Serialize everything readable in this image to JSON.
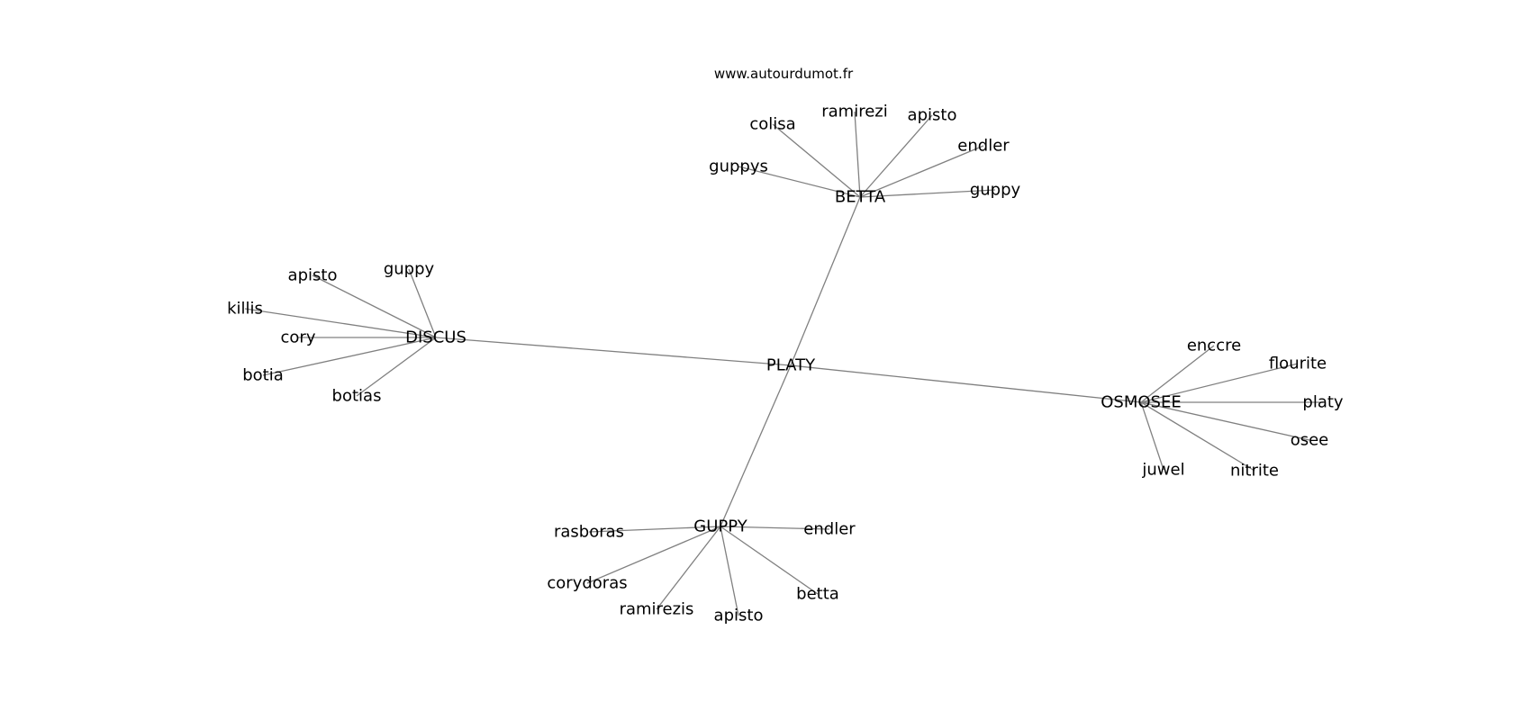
{
  "watermark": "www.autourdumot.fr",
  "center": "PLATY",
  "clusters": [
    {
      "hub": "BETTA",
      "leaves": [
        "guppys",
        "colisa",
        "ramirezi",
        "apisto",
        "endler",
        "guppy"
      ]
    },
    {
      "hub": "DISCUS",
      "leaves": [
        "apisto",
        "guppy",
        "killis",
        "cory",
        "botia",
        "botias"
      ]
    },
    {
      "hub": "OSMOSEE",
      "leaves": [
        "enccre",
        "flourite",
        "platy",
        "osee",
        "nitrite",
        "juwel"
      ]
    },
    {
      "hub": "GUPPY",
      "leaves": [
        "rasboras",
        "endler",
        "corydoras",
        "ramirezis",
        "apisto",
        "betta"
      ]
    }
  ],
  "colors": {
    "edge": "#808080",
    "text": "#000000",
    "background": "#ffffff"
  }
}
